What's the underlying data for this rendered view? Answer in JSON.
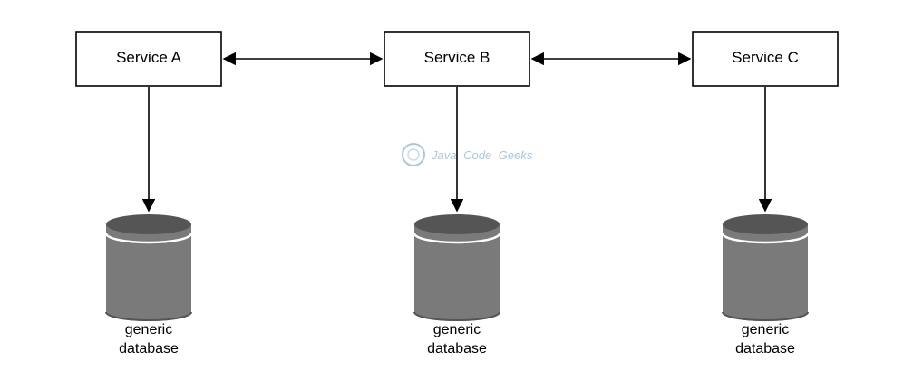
{
  "services": [
    {
      "id": "a",
      "label": "Service A"
    },
    {
      "id": "b",
      "label": "Service B"
    },
    {
      "id": "c",
      "label": "Service C"
    }
  ],
  "databases": [
    {
      "line1": "generic",
      "line2": "database"
    },
    {
      "line1": "generic",
      "line2": "database"
    },
    {
      "line1": "generic",
      "line2": "database"
    }
  ],
  "watermark": {
    "word1": "Java",
    "word2": "Code",
    "word3": "Geeks"
  },
  "colors": {
    "cylinder_body": "#7a7a7a",
    "cylinder_dark": "#555555",
    "watermark": "#8fb4d6"
  }
}
